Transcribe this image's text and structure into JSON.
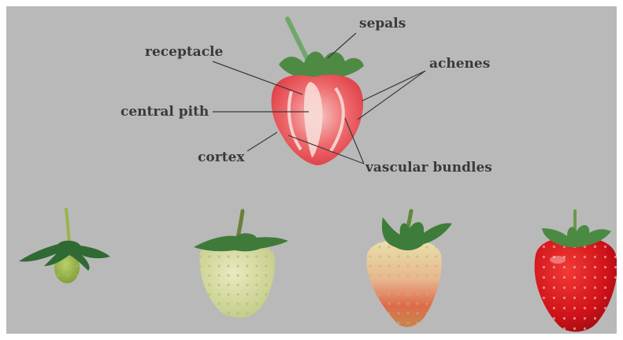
{
  "diagram": {
    "labels": {
      "sepals": "sepals",
      "receptacle": "receptacle",
      "achenes": "achenes",
      "central_pith": "central pith",
      "cortex": "cortex",
      "vascular_bundles": "vascular bundles"
    },
    "ripening_stages": [
      {
        "stage": "green"
      },
      {
        "stage": "white"
      },
      {
        "stage": "turning"
      },
      {
        "stage": "red"
      }
    ],
    "colors": {
      "background": "#b9b9b9",
      "label_text": "#3a3a3a",
      "flesh": "#e94f55",
      "pith": "#f6d2cf",
      "sepal": "#4f8a45",
      "green_fruit": "#a6c154",
      "white_fruit": "#dbe0a8",
      "turning_fruit": "#e7a07a",
      "red_fruit": "#d3141b"
    }
  }
}
